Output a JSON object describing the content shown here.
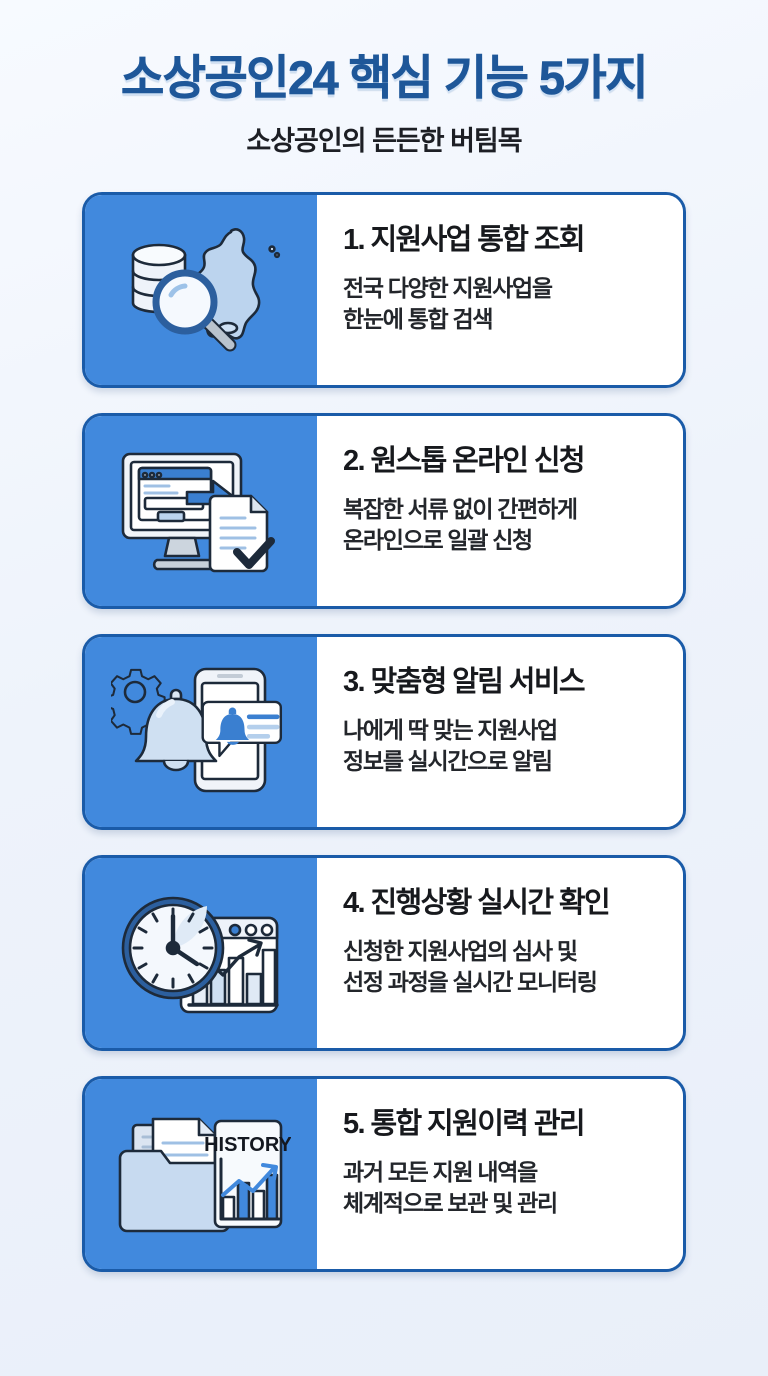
{
  "header": {
    "title": "소상공인24 핵심 기능 5가지",
    "subtitle": "소상공인의 든든한 버팀목"
  },
  "colors": {
    "background": "#eef3fb",
    "title": "#1e5799",
    "card_border": "#1a5ba8",
    "icon_pane": "#4189dd",
    "card_background": "#ffffff",
    "body_text": "#17191d",
    "icon_fill_light": "#eef3fa",
    "icon_fill_mid": "#bcd4ee",
    "icon_accent": "#3a7fd0",
    "icon_outline": "#1d2a3a"
  },
  "cards": [
    {
      "number": "1",
      "title": "1. 지원사업 통합 조회",
      "desc": "전국 다양한 지원사업을\n한눈에 통합 검색",
      "icon_name": "database-search-korea-map-icon"
    },
    {
      "number": "2",
      "title": "2. 원스톱 온라인 신청",
      "desc": "복잡한 서류 없이 간편하게\n온라인으로 일괄 신청",
      "icon_name": "monitor-form-arrow-document-check-icon"
    },
    {
      "number": "3",
      "title": "3. 맞춤형 알림 서비스",
      "desc": "나에게 딱 맞는 지원사업\n정보를 실시간으로 알림",
      "icon_name": "gear-bell-smartphone-notification-icon"
    },
    {
      "number": "4",
      "title": "4. 진행상황 실시간 확인",
      "desc": "신청한 지원사업의 심사 및\n선정 과정을 실시간 모니터링",
      "icon_name": "clock-browser-bar-chart-trend-icon"
    },
    {
      "number": "5",
      "title": "5. 통합 지원이력 관리",
      "desc": "과거 모든 지원 내역을\n체계적으로 보관 및 관리",
      "icon_name": "folder-documents-history-chart-icon",
      "icon_label": "HISTORY"
    }
  ]
}
